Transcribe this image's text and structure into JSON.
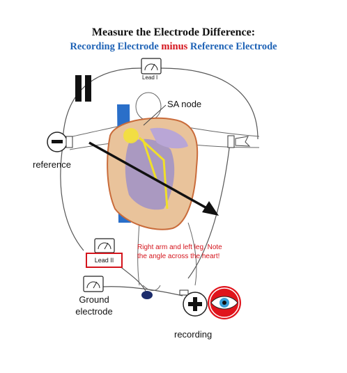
{
  "title": "Measure the Electrode Difference:",
  "subtitle": {
    "part1": "Recording Electrode ",
    "part2": "minus",
    "part3": " Reference Electrode"
  },
  "labels": {
    "lead_i": "Lead I",
    "lead_ii": "Lead II",
    "lead_ii_numeral": "II",
    "sa_node": "SA node",
    "reference": "reference",
    "ground_electrode_line1": "Ground",
    "ground_electrode_line2": "electrode",
    "recording": "recording",
    "note": "Right arm and left leg. Note the angle across the heart!"
  },
  "symbols": {
    "minus": "−",
    "plus": "+"
  },
  "colors": {
    "title_blue": "#1f63b6",
    "title_red": "#d4141c",
    "arrow": "#111111",
    "vein_blue": "#2a6fc9",
    "eye_red": "#e0141c"
  }
}
